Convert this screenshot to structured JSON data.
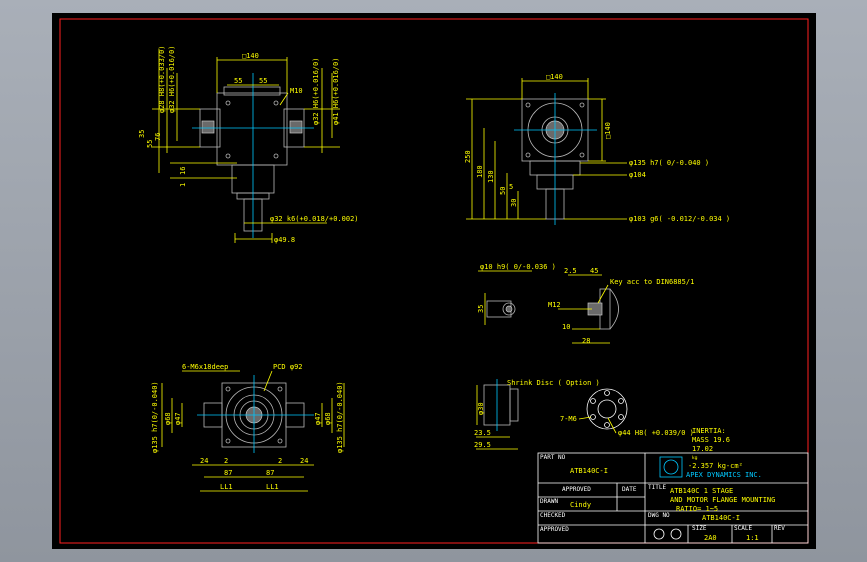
{
  "front_view": {
    "top_square": "□140",
    "pitch_left": "55",
    "pitch_right": "55",
    "bore_dim": "M10",
    "left_v1": "φ28 H8(+0.033/0)",
    "left_v2": "φ32 H6(+0.016/0)",
    "left_v3": "35",
    "left_v4": "55",
    "left_v5": "76",
    "left_v6": "16",
    "left_v7": "1",
    "right_v1": "φ32 H6(+0.016/0)",
    "right_v2": "φ41 H6(+0.016/0)",
    "shaft_dia": "φ32 k6(+0.018/+0.002)",
    "shaft_len": "φ49.8"
  },
  "side_view": {
    "top_square": "□140",
    "right_square": "□140",
    "height_total": "250",
    "h1": "180",
    "h2": "130",
    "h3": "50",
    "h4": "30",
    "h5": "5",
    "d1": "φ135 h7( 0/-0.040 )",
    "d2": "φ104",
    "d3": "φ103 g6( -0.012/-0.034 )"
  },
  "key_detail": {
    "bore": "φ10 h9( 0/-0.036 )",
    "v1": "35",
    "w1": "2.5",
    "w2": "45",
    "key_note": "Key acc to DIN6885/1",
    "thread": "M12",
    "d_small": "10",
    "d_len": "28"
  },
  "bottom_view": {
    "holes": "6-M6x18deep",
    "pcd": "PCD φ92",
    "left_d1": "φ135 h7(0/-0.040)",
    "left_d2": "φ68",
    "left_d3": "φ47",
    "right_d1": "φ47",
    "right_d2": "φ68",
    "right_d3": "φ135 h7(0/-0.040)",
    "b1": "24",
    "b2": "2",
    "b3": "2",
    "b4": "24",
    "b5": "87",
    "b6": "87",
    "b7": "LL1",
    "b8": "LL1"
  },
  "shrink_disc": {
    "label": "Shrink Disc ( Option )",
    "d": "φ30",
    "w1": "23.5",
    "w2": "29.5"
  },
  "flange": {
    "holes": "7-M6",
    "bore": "φ44 H8( +0.039/0 )"
  },
  "specs": {
    "inertia_label": "INERTIA:",
    "inertia_value": "-2.357 kg-cm²",
    "mass": "MASS 19.6",
    "ratio": "17.02",
    "inertia_unit": "kg"
  },
  "title_block": {
    "part_no_label": "PART NO",
    "part_no": "ATB140C-I",
    "company": "APEX DYNAMICS INC.",
    "title_label": "TITLE",
    "title_line1": "ATB140C 1 STAGE",
    "title_line2": "AND MOTOR FLANGE MOUNTING",
    "title_line3": "RATIO= 1~5",
    "approved_label": "APPROVED",
    "date_label": "DATE",
    "drawn_label": "DRAWN",
    "drawn_name": "Cindy",
    "checked_label": "CHECKED",
    "dwg_label": "DWG NO",
    "dwg_no": "ATB140C-I",
    "approved2_label": "APPROVED",
    "size_label": "SIZE",
    "size": "2A0",
    "scale_label": "SCALE",
    "scale": "1:1",
    "rev_label": "REV"
  }
}
